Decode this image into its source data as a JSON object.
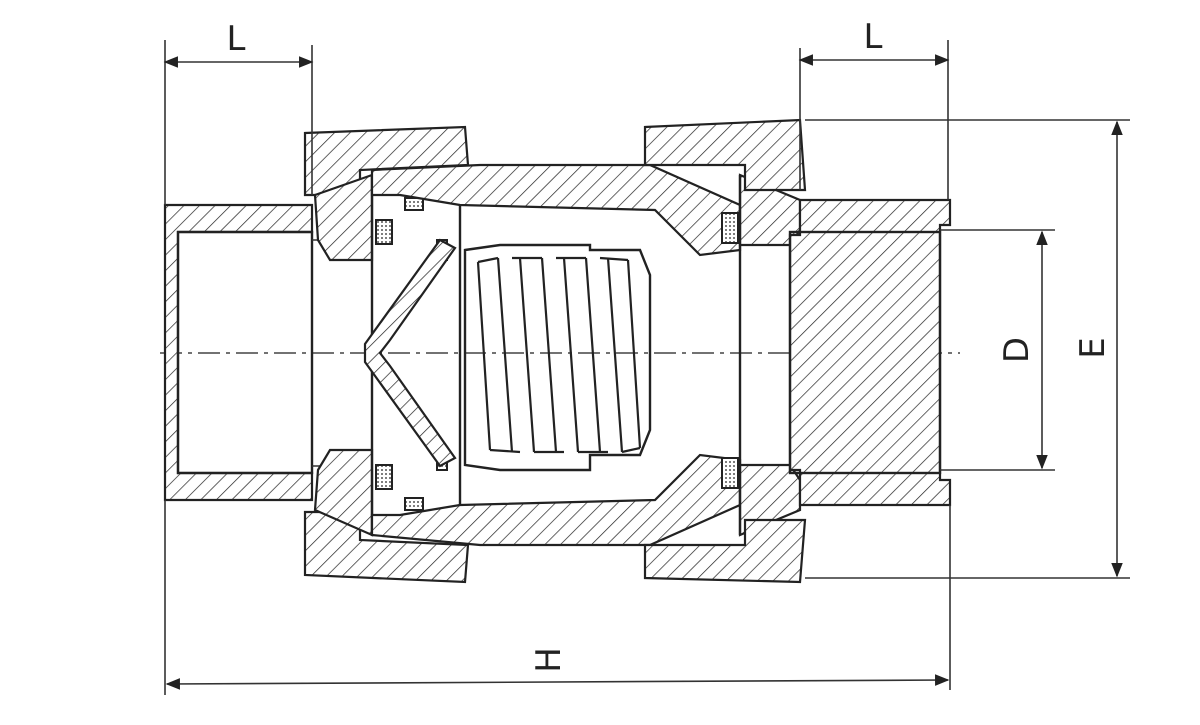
{
  "labels": {
    "left_end_length": "L",
    "right_end_length": "L",
    "inner_diameter": "D",
    "outer_diameter": "E",
    "overall_length": "H"
  },
  "colors": {
    "ink": "#222222",
    "paper": "#ffffff"
  }
}
